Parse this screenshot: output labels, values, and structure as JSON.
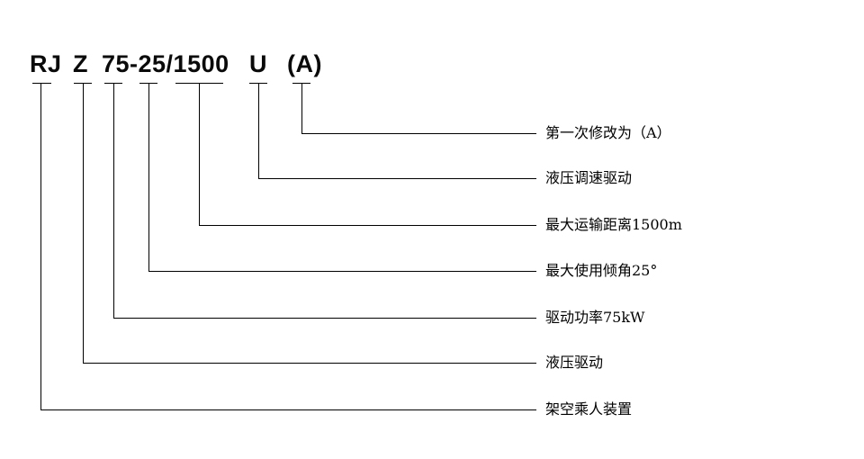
{
  "page": {
    "background_color": "#ffffff",
    "line_color": "#000000",
    "text_color": "#000000"
  },
  "model_code": {
    "segments": [
      "RJ",
      "Z",
      "75-25/1500",
      "U",
      "(A)"
    ]
  },
  "designations": [
    {
      "code_part": "(A)",
      "meaning": "第一次修改为（A）"
    },
    {
      "code_part": "U",
      "meaning": "液压调速驱动"
    },
    {
      "code_part": "1500",
      "meaning": "最大运输距离1500m"
    },
    {
      "code_part": "25",
      "meaning": "最大使用倾角25°"
    },
    {
      "code_part": "75",
      "meaning": "驱动功率75kW"
    },
    {
      "code_part": "Z",
      "meaning": "液压驱动"
    },
    {
      "code_part": "RJ",
      "meaning": "架空乘人装置"
    }
  ]
}
